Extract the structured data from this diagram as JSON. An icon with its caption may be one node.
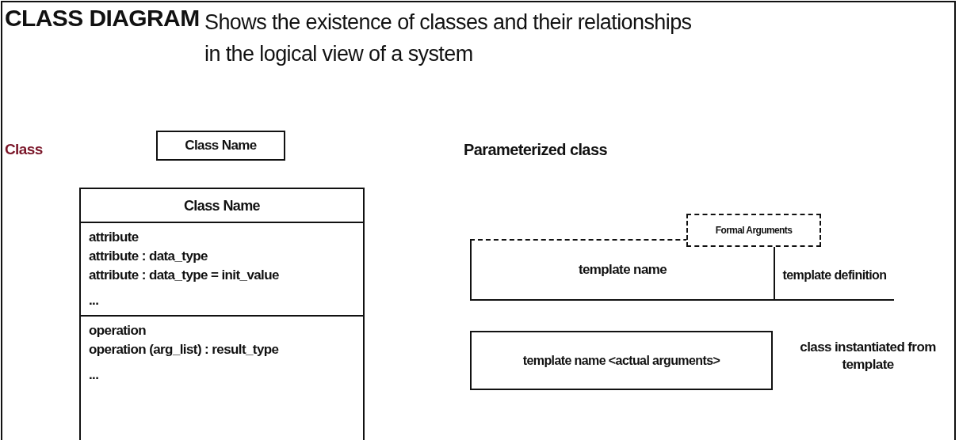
{
  "diagram": {
    "title": "CLASS DIAGRAM",
    "nodes": [
      {
        "text": [
          "Class Name"
        ]
      },
      {
        "text": [
          "Class Name",
          "attribute",
          "attribute : data_type",
          "attribute : data_type = init_value",
          "...",
          "operation",
          "operation (arg_list) : result_type",
          "..."
        ]
      },
      {
        "text": [
          "template name"
        ],
        "beside": [
          "template definition"
        ]
      },
      {
        "text": [
          "Formal Arguments"
        ]
      },
      {
        "text": [
          "template name <actual arguments>"
        ],
        "beside": [
          "class instantiated from template"
        ]
      }
    ],
    "edges": [],
    "labels": [
      "Shows the existence of classes and their relationships in the logical view of a system",
      "Class",
      "Parameterized class"
    ]
  }
}
